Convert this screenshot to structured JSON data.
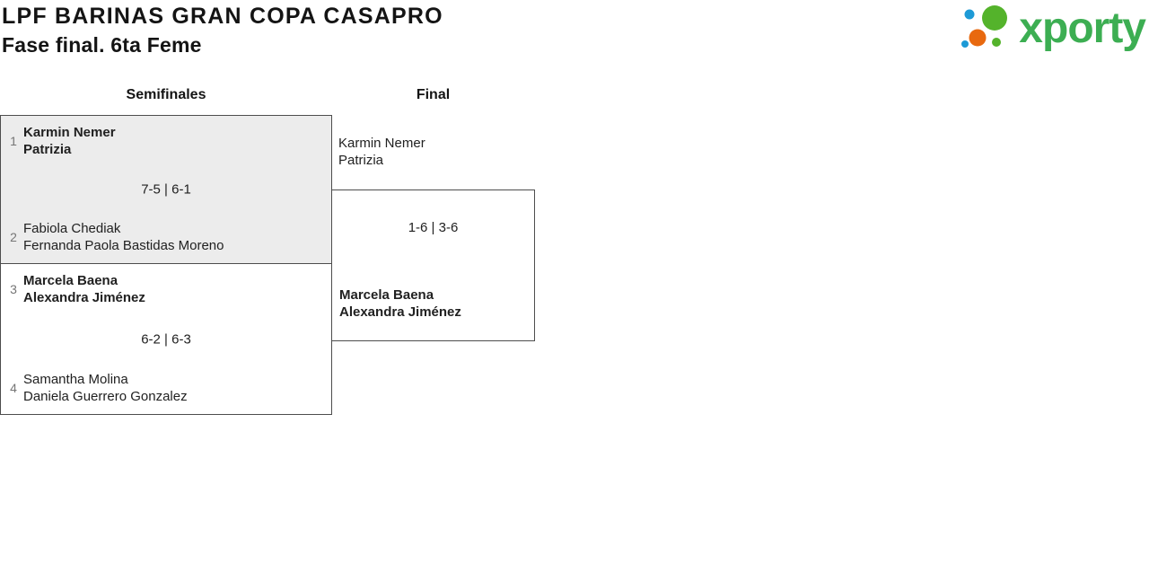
{
  "header": {
    "title": "LPF BARINAS GRAN COPA CASAPRO",
    "subtitle": "Fase final. 6ta Feme"
  },
  "logo": {
    "text": "xporty",
    "brand_color": "#3cae52",
    "dot_colors": {
      "blue": "#1d9ad6",
      "green": "#54b32b",
      "orange": "#e8690f"
    }
  },
  "rounds": {
    "semifinals_label": "Semifinales",
    "final_label": "Final"
  },
  "semifinal_1": {
    "seed_top": "1",
    "team_top_line1": "Karmin Nemer",
    "team_top_line2": "Patrizia",
    "team_top_winner": true,
    "score": "7-5 | 6-1",
    "seed_bottom": "2",
    "team_bottom_line1": "Fabiola Chediak",
    "team_bottom_line2": "Fernanda Paola Bastidas Moreno",
    "team_bottom_winner": false
  },
  "semifinal_2": {
    "seed_top": "3",
    "team_top_line1": "Marcela Baena",
    "team_top_line2": "Alexandra Jiménez",
    "team_top_winner": true,
    "score": "6-2 | 6-3",
    "seed_bottom": "4",
    "team_bottom_line1": "Samantha Molina",
    "team_bottom_line2": "Daniela Guerrero Gonzalez",
    "team_bottom_winner": false
  },
  "final": {
    "team_top_line1": "Karmin Nemer",
    "team_top_line2": "Patrizia",
    "team_top_winner": false,
    "score": "1-6 | 3-6",
    "team_bottom_line1": "Marcela Baena",
    "team_bottom_line2": "Alexandra Jiménez",
    "team_bottom_winner": true
  }
}
